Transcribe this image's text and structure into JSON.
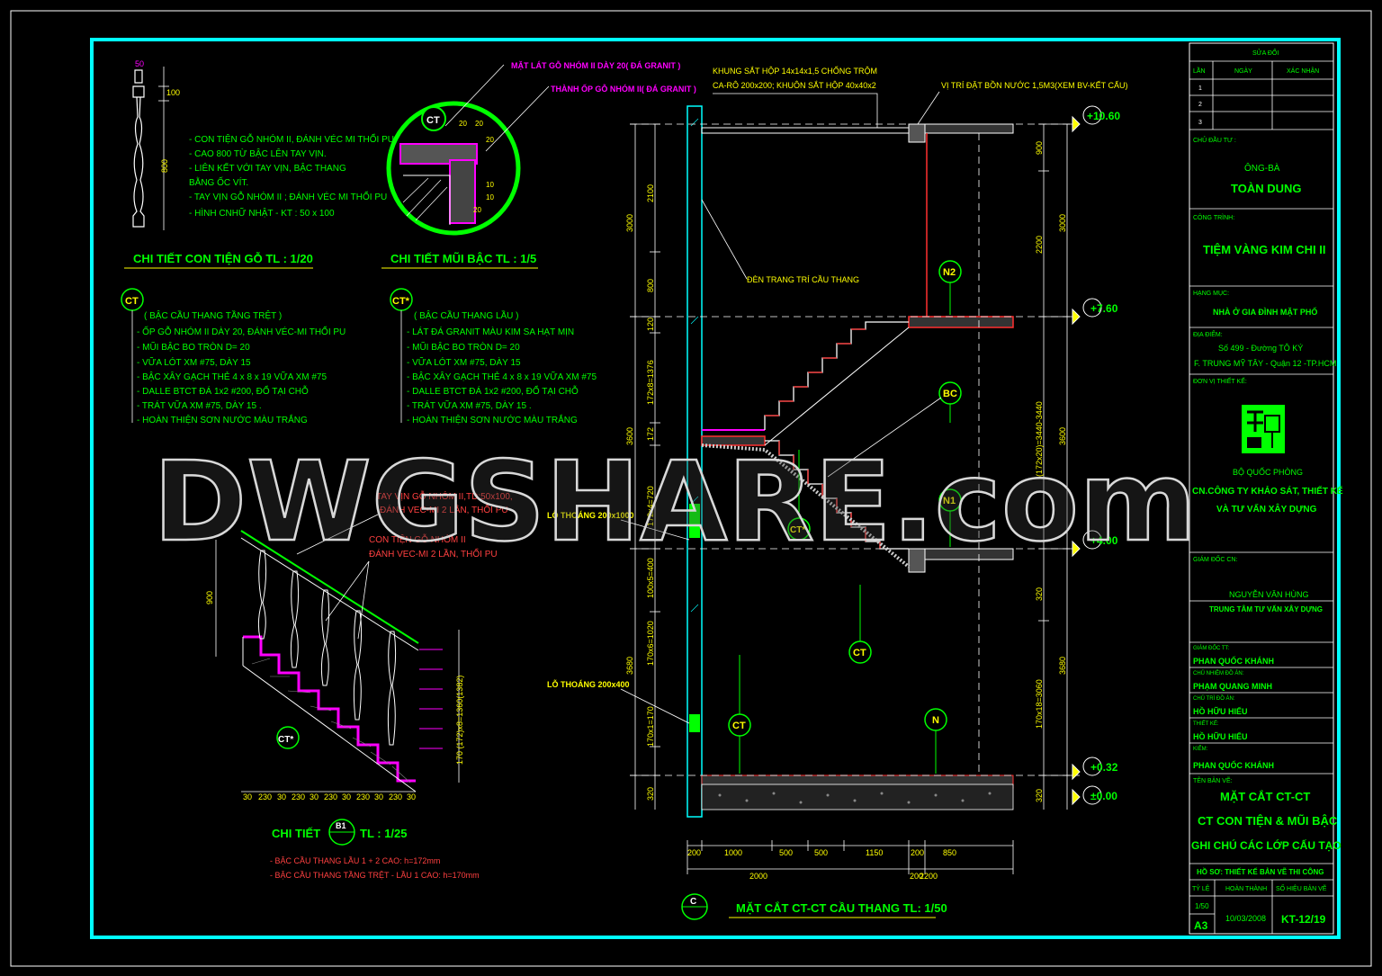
{
  "colors": {
    "background": "#000000",
    "frame": "#00ffff",
    "text_yellow": "#ffff00",
    "text_green": "#00ff00",
    "text_magenta": "#ff00ff",
    "text_red": "#ff3030",
    "dim_lines": "#ffffff"
  },
  "details": {
    "baluster": {
      "title": "CHI TIẾT CON TIỆN GỖ  TL : 1/20",
      "dims": [
        "50",
        "100",
        "800"
      ],
      "notes": [
        "- CON TIỆN GỖ NHÓM II, ĐÁNH VÉC MI THỔI PU",
        "- CAO 800 TỪ BẬC LÊN TAY VỊN.",
        "- LIÊN KẾT VỚI TAY VỊN, BẬC THANG",
        "  BẰNG ỐC VÍT.",
        "- TAY VỊN GỖ NHÓM II ; ĐÁNH VÉC MI THỔI PU",
        "- HÌNH CNHỮ NHẬT - KT : 50 x 100"
      ]
    },
    "nosing": {
      "title": "CHI TIẾT MŨI BẬC  TL : 1/5",
      "tag": "CT",
      "label_top": "MẶT LÁT GỖ NHÓM II DÀY 20( ĐÁ GRANIT )",
      "label_side": "THÀNH ỐP GỖ NHÓM II( ĐÁ GRANIT )",
      "dims": [
        "20",
        "20",
        "20",
        "10",
        "10",
        "20"
      ]
    },
    "ct_ground": {
      "tag": "CT",
      "notes": [
        "( BẬC CẦU THANG TẦNG TRỆT )",
        "- ỐP GỖ NHÓM II DÀY 20, ĐÁNH VÉC-MI THỔI PU",
        "- MŨI BẬC BO TRÒN D= 20",
        "- VỮA LÓT XM #75, DÀY 15",
        "- BẬC XÂY GẠCH THẺ 4 x 8 x 19 VỮA XM #75",
        "- DALLE BTCT ĐÁ 1x2 #200, ĐỔ TẠI CHỖ",
        "- TRÁT VỮA XM #75, DÀY 15 .",
        "- HOÀN THIỆN SƠN NƯỚC MÀU TRẮNG"
      ]
    },
    "ct_upper": {
      "tag": "CT*",
      "notes": [
        "( BẬC CẦU THANG LẦU )",
        "- LÁT ĐÁ GRANIT MÀU KIM SA HẠT MỊN",
        "- MŨI BẬC BO TRÒN D= 20",
        "- VỮA LÓT XM #75, DÀY 15",
        "- BẬC XÂY GẠCH THẺ 4 x 8 x 19 VỮA XM #75",
        "- DALLE BTCT ĐÁ 1x2 #200, ĐỔ TẠI CHỖ",
        "- TRÁT VỮA XM #75, DÀY 15 .",
        "- HOÀN THIỆN SƠN NƯỚC MÀU TRẮNG"
      ]
    },
    "railing": {
      "title_prefix": "CHI TIẾT",
      "tag": "B1",
      "title_suffix": "TL : 1/25",
      "label_handrail": [
        "TAY VỊN GỖ NHÓM II,TD:50x100,",
        "ĐÁNH VEC-MI 2 LẦN, THỔI PU"
      ],
      "label_baluster": [
        "CON TIỆN GỖ NHÓM II",
        "ĐÁNH VEC-MI 2 LẦN, THỔI PU"
      ],
      "height_dim": "900",
      "vert_dim": "170 (172)x8=1360(1382)",
      "tread_dims": [
        "30",
        "230",
        "30",
        "230",
        "30",
        "230",
        "30",
        "230",
        "30",
        "230",
        "30"
      ],
      "tag_bottom": "CT*",
      "notes": [
        "- BẬC CẦU THANG LẦU 1 + 2 CAO: h=172mm",
        "- BẬC CẦU THANG TẦNG TRỆT - LẦU 1 CAO: h=170mm"
      ]
    }
  },
  "section": {
    "title": "MẶT CẮT CT-CT CẦU THANG  TL: 1/50",
    "tag": "C",
    "labels": {
      "burglar_frame": [
        "KHUNG SẮT HỘP 14x14x1,5 CHỐNG TRỘM",
        "CA-RÔ 200x200; KHUÔN SẮT HỘP 40x40x2"
      ],
      "water_tank": "VỊ TRÍ ĐẶT BỒN NƯỚC 1,5M3(XEM BV-KẾT CẤU)",
      "lamp": "ĐÈN TRANG TRÍ CẦU THANG",
      "vent_upper": "LỖ THOÁNG 200x1000",
      "vent_lower": "LỖ THOÁNG 200x400"
    },
    "tags": [
      "N2",
      "BC",
      "N1",
      "CT",
      "CT",
      "N",
      "CT*"
    ],
    "levels": [
      "+10.60",
      "+7.60",
      "+4.00",
      "+0.32",
      "±0.00"
    ],
    "left_dims": [
      "2100",
      "800",
      "120",
      "172x8=1376",
      "172",
      "172x4=720",
      "100x5=400",
      "170x6=1020",
      "170x1=170",
      "320"
    ],
    "left_totals": [
      "3000",
      "3600",
      "3680"
    ],
    "right_dims": [
      "900",
      "2200",
      "(172x20)=3440-3440",
      "320",
      "170x18=3060",
      "320"
    ],
    "right_totals": [
      "3000",
      "3600",
      "3680"
    ],
    "bottom_dims": [
      "200",
      "1000",
      "500",
      "500",
      "1150",
      "200",
      "850"
    ],
    "bottom_totals": [
      "2000",
      "200",
      "2200"
    ]
  },
  "title_block": {
    "revision_header": "SỬA ĐỔI",
    "revision_cols": [
      "LẦN",
      "NGÀY",
      "XÁC NHẬN"
    ],
    "revision_rows": [
      "1",
      "2",
      "3"
    ],
    "owner_label": "CHỦ ĐẦU TƯ :",
    "owner_line1": "ÔNG-BÀ",
    "owner_line2": "TOÀN DUNG",
    "project_label": "CÔNG TRÌNH:",
    "project_name": "TIỆM VÀNG KIM CHI II",
    "item_label": "HẠNG MỤC:",
    "item_name": "NHÀ Ở GIA ĐÌNH MẶT PHỐ",
    "address_label": "ĐỊA ĐIỂM:",
    "address_line1": "Số 499 - Đường TÔ KÝ",
    "address_line2": "F. TRUNG MỸ TÂY - Quận 12 -TP.HCM",
    "designer_label": "ĐƠN VỊ THIẾT KẾ:",
    "designer_org1": "BỘ QUỐC PHÒNG",
    "designer_org2": "CN.CÔNG TY KHẢO SÁT, THIẾT KẾ",
    "designer_org3": "VÀ TƯ VẤN XÂY DỰNG",
    "director_label": "GIÁM ĐỐC CN:",
    "director_name": "NGUYỄN VĂN HÙNG",
    "center_name": "TRUNG TÂM TƯ VẤN XÂY DỰNG",
    "people": [
      {
        "role": "GIÁM ĐỐC TT:",
        "name": "PHAN QUỐC KHÁNH"
      },
      {
        "role": "CHỦ NHIỆM ĐỒ ÁN:",
        "name": "PHẠM QUANG MINH"
      },
      {
        "role": "CHỦ TRÌ ĐỒ ÁN:",
        "name": "HỒ HỮU HIẾU"
      },
      {
        "role": "THIẾT KẾ:",
        "name": "HỒ HỮU HIẾU"
      },
      {
        "role": "KIỂM:",
        "name": "PHAN QUỐC KHÁNH"
      }
    ],
    "drawing_label": "TÊN BẢN VẼ:",
    "drawing_title1": "MẶT CẮT CT-CT",
    "drawing_title2": "CT CON TIỆN & MŨI BẬC",
    "drawing_title3": "GHI CHÚ CÁC LỚP CẤU TẠO",
    "stage": "HỒ SƠ: THIẾT KẾ BẢN VẼ THI CÔNG",
    "footer_cols": [
      "TỶ LỆ",
      "HOÀN THÀNH",
      "SỐ HIỆU BẢN VẼ"
    ],
    "scale": "1/50",
    "paper": "A3",
    "date": "10/03/2008",
    "sheet": "KT-12/19"
  },
  "watermark": "DWGSHARE.com"
}
